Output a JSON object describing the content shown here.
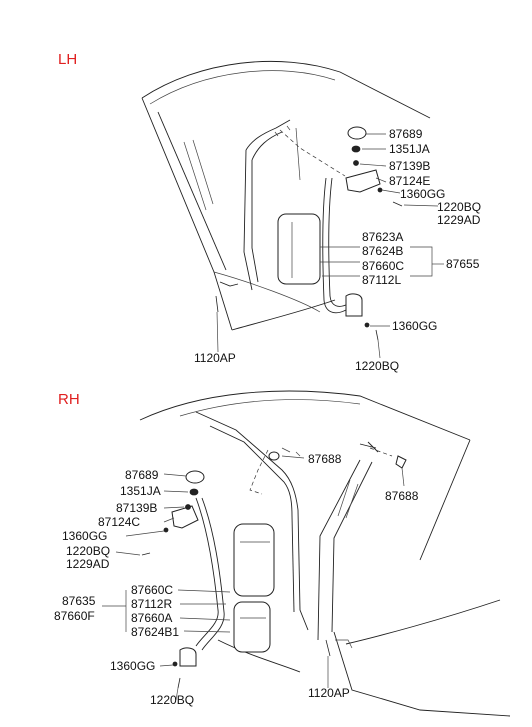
{
  "lh": {
    "section_label": "LH",
    "labels": {
      "p87689": "87689",
      "p1351JA": "1351JA",
      "p87139B": "87139B",
      "p87124E": "87124E",
      "p1360GG_top": "1360GG",
      "p1220BQ_top": "1220BQ",
      "p1229AD": "1229AD",
      "p87623A": "87623A",
      "p87624B": "87624B",
      "p87660C": "87660C",
      "p87112L": "87112L",
      "p87655": "87655",
      "p1360GG_bottom": "1360GG",
      "p1220BQ_bottom": "1220BQ",
      "p1120AP": "1120AP"
    }
  },
  "rh": {
    "section_label": "RH",
    "labels": {
      "p87688_a": "87688",
      "p87688_b": "87688",
      "p87689": "87689",
      "p1351JA": "1351JA",
      "p87139B": "87139B",
      "p87124C": "87124C",
      "p1360GG_top": "1360GG",
      "p1220BQ_top": "1220BQ",
      "p1229AD": "1229AD",
      "p87635": "87635",
      "p87660F": "87660F",
      "p87660C": "87660C",
      "p87112R": "87112R",
      "p87660A": "87660A",
      "p87624B1": "87624B1",
      "p1360GG_bottom": "1360GG",
      "p1220BQ_bottom": "1220BQ",
      "p1120AP": "1120AP"
    }
  }
}
